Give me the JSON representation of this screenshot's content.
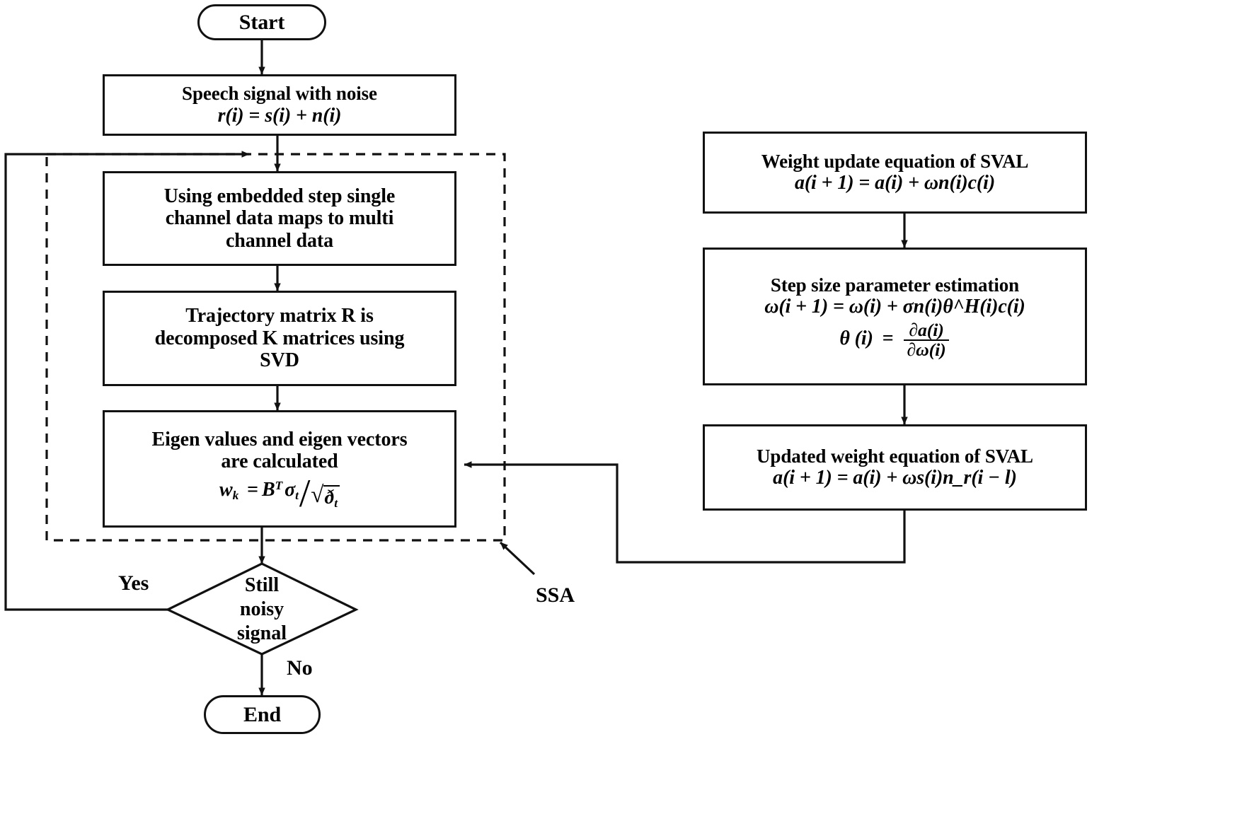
{
  "diagram": {
    "title": "SSA and SVAL speech denoising flowchart",
    "group_label": "SSA",
    "decision_yes": "Yes",
    "decision_no": "No",
    "line_color": "#111111",
    "background": "#ffffff"
  },
  "nodes": {
    "start": {
      "label": "Start",
      "shape": "terminator"
    },
    "end": {
      "label": "End",
      "shape": "terminator"
    },
    "speech_signal": {
      "line1": "Speech signal with noise",
      "equation": "r(i) = s(i) + n(i)",
      "shape": "process"
    },
    "embedded_step": {
      "line1": "Using embedded step single",
      "line2": "channel data maps to multi",
      "line3": "channel data",
      "shape": "process"
    },
    "trajectory": {
      "line1": "Trajectory matrix R is",
      "line2": "decomposed  K matrices using",
      "line3": "SVD",
      "shape": "process"
    },
    "eigen": {
      "line1": "Eigen values and eigen vectors",
      "line2": "are calculated",
      "equation": "w_k = B^T σ_t / √ð_t",
      "eq_parts": {
        "lhs_var": "w",
        "lhs_sub": "k",
        "eq_sign": "=",
        "num_base": "B",
        "num_sup": "T",
        "num_sigma": "σ",
        "num_sigma_sub": "t",
        "den_sub": "ð",
        "den_sub_sub": "t"
      },
      "shape": "process"
    },
    "decision": {
      "line1": "Still",
      "line2": "noisy",
      "line3": "signal",
      "shape": "decision"
    },
    "weight_update": {
      "line1": "Weight update equation of SVAL",
      "equation": "a(i + 1) = a(i) + ωn(i)c(i)",
      "shape": "process"
    },
    "step_size": {
      "line1": "Step size parameter estimation",
      "equation1": "ω(i + 1) = ω(i) + σn(i)θ^H(i)c(i)",
      "equation2": "θ (i) = ∂a(i) / ∂ω(i)",
      "eq2_parts": {
        "lhs": "θ (i)",
        "eq_sign": "=",
        "numerator": "∂a(i)",
        "denominator": "∂ω(i)"
      },
      "shape": "process"
    },
    "updated_weight": {
      "line1": "Updated weight equation of SVAL",
      "equation": "a(i + 1) = a(i) + ωs(i)n_r(i − l)",
      "shape": "process"
    }
  },
  "edges": [
    {
      "from": "start",
      "to": "speech_signal",
      "label": ""
    },
    {
      "from": "speech_signal",
      "to": "embedded_step",
      "label": ""
    },
    {
      "from": "embedded_step",
      "to": "trajectory",
      "label": ""
    },
    {
      "from": "trajectory",
      "to": "eigen",
      "label": ""
    },
    {
      "from": "eigen",
      "to": "decision",
      "label": ""
    },
    {
      "from": "decision",
      "to": "embedded_step",
      "label": "Yes"
    },
    {
      "from": "decision",
      "to": "end",
      "label": "No"
    },
    {
      "from": "weight_update",
      "to": "step_size",
      "label": ""
    },
    {
      "from": "step_size",
      "to": "updated_weight",
      "label": ""
    },
    {
      "from": "updated_weight",
      "to": "eigen",
      "label": ""
    }
  ]
}
